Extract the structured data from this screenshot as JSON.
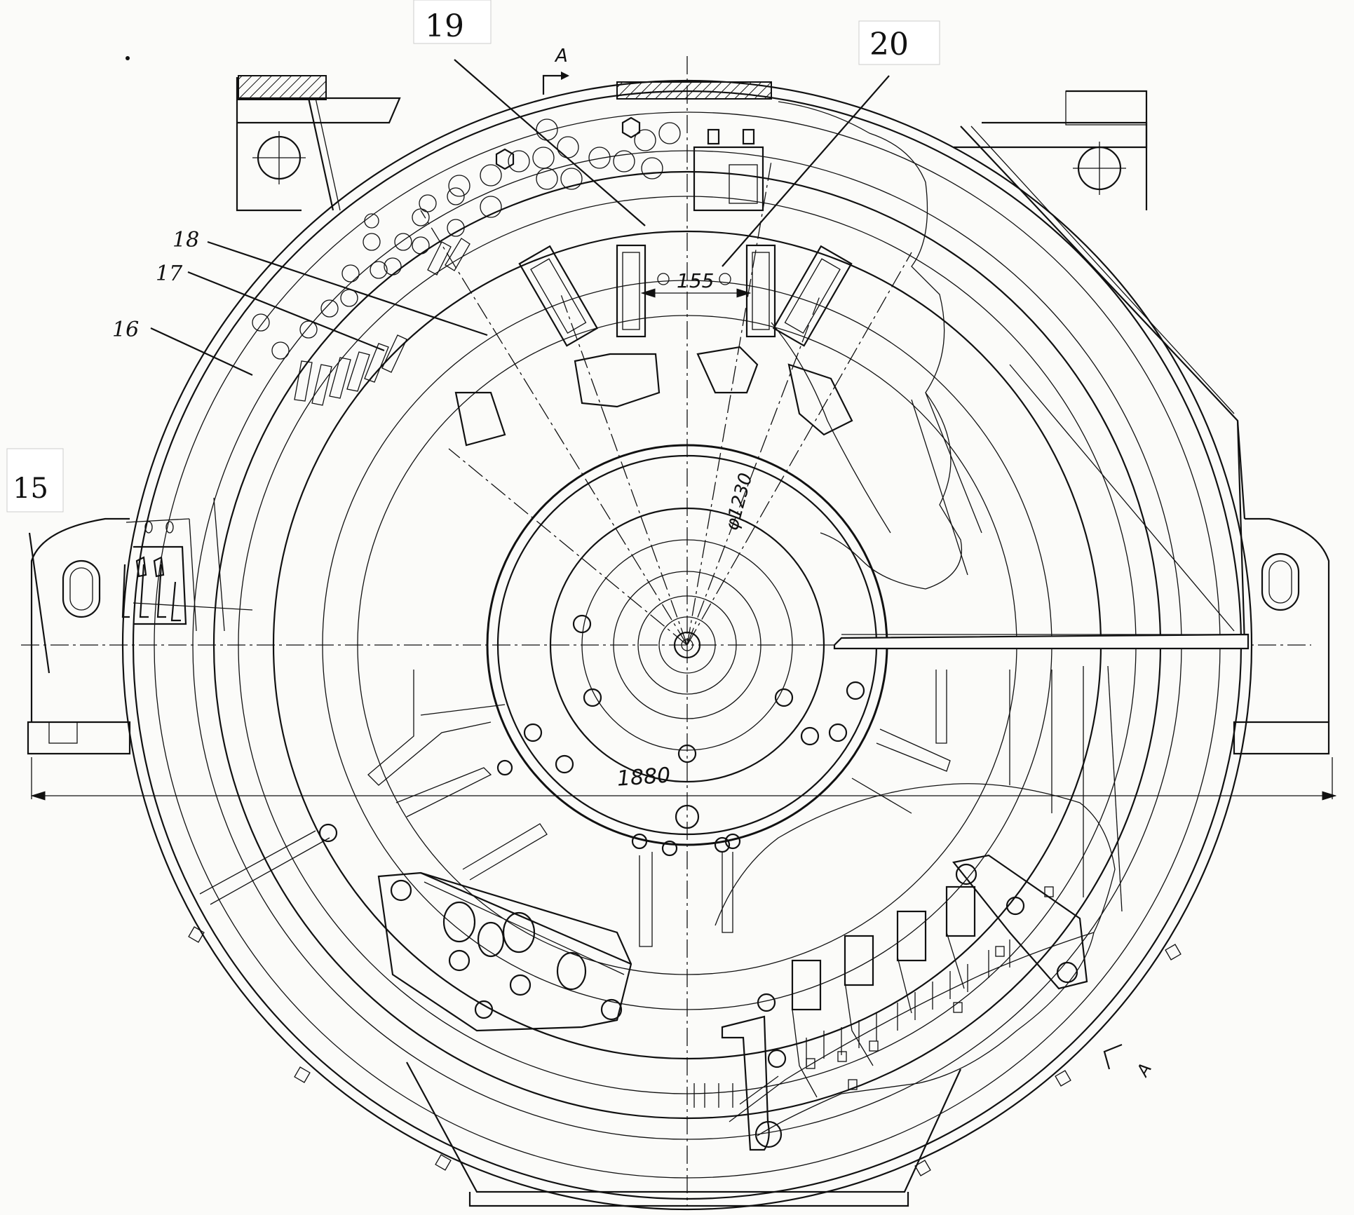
{
  "labels": {
    "l15": "15",
    "l16": "16",
    "l17": "17",
    "l18": "18",
    "l19": "19",
    "l20": "20"
  },
  "section_marks": {
    "top": "A",
    "bottom": "A"
  },
  "dimensions": {
    "pole_gap": "155",
    "inner_diameter": "φ1230",
    "outer_width": "1880"
  }
}
